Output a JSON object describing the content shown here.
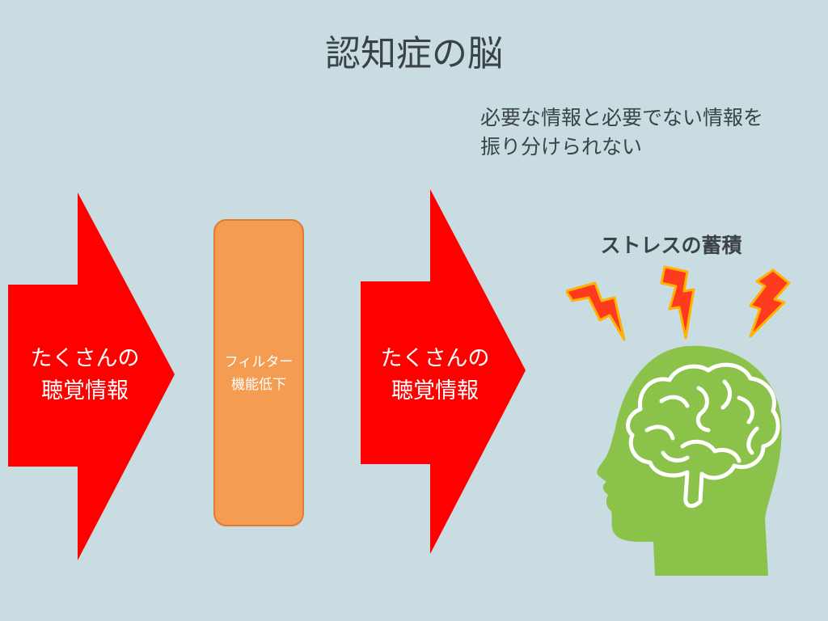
{
  "title": "認知症の脳",
  "note": {
    "line1": "必要な情報と必要でない情報を",
    "line2": "振り分けられない"
  },
  "arrow_left": {
    "line1": "たくさんの",
    "line2": "聴覚情報"
  },
  "filter": {
    "line1": "フィルター",
    "line2": "機能低下"
  },
  "arrow_right": {
    "line1": "たくさんの",
    "line2": "聴覚情報"
  },
  "stress": {
    "label": "ストレスの蓄積"
  },
  "colors": {
    "background": "#c9dce1",
    "arrow": "#ff0000",
    "filter": "#f49d52",
    "head": "#8bc34a",
    "lightning_fill": "#ff3b1f",
    "lightning_stroke": "#ffb300",
    "text": "#3b4347"
  },
  "icons": [
    "lightning-icon",
    "brain-icon",
    "head-silhouette-icon"
  ]
}
